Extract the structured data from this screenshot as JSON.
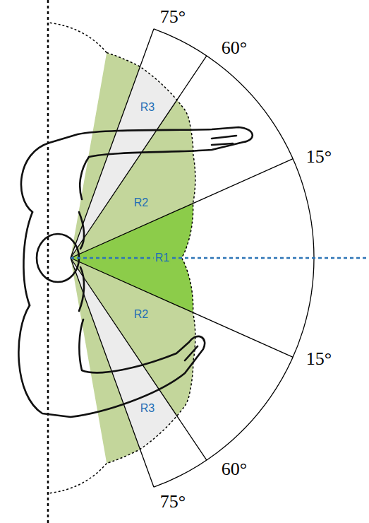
{
  "diagram": {
    "labels": [
      "75°",
      "60°",
      "R3",
      "R2",
      "15°",
      "R1",
      "R2",
      "15°",
      "R3",
      "75°",
      "60°"
    ]
  }
}
